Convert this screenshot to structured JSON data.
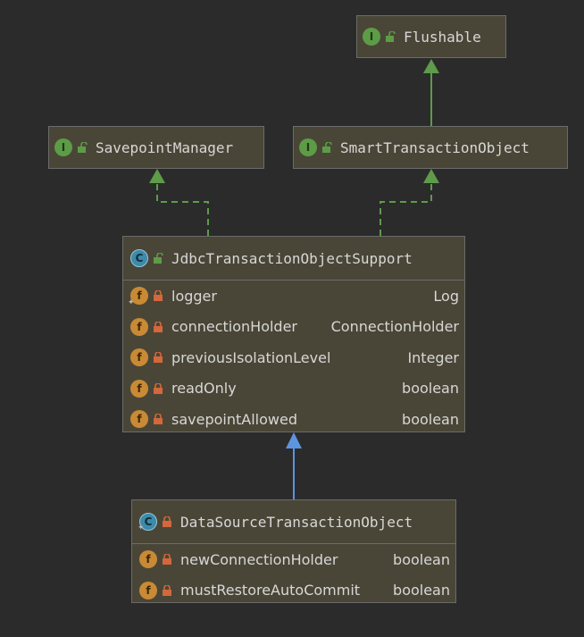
{
  "colors": {
    "background": "#2b2b2b",
    "node_fill": "#4a4637",
    "node_border": "#6b6b6b",
    "implements_edge": "#5e9b4a",
    "extends_edge": "#5c94e0",
    "interface_badge": "#5d9c47",
    "class_badge": "#3e8aa8",
    "field_badge": "#c98a35",
    "private_lock": "#d2683b",
    "public_lock": "#5d9c47"
  },
  "nodes": {
    "flushable": {
      "title": "Flushable",
      "kind_icon": "interface-icon",
      "kind_letter": "I",
      "visibility_icon": "public-icon"
    },
    "savepoint_manager": {
      "title": "SavepointManager",
      "kind_icon": "interface-icon",
      "kind_letter": "I",
      "visibility_icon": "public-icon"
    },
    "smart_transaction_object": {
      "title": "SmartTransactionObject",
      "kind_icon": "interface-icon",
      "kind_letter": "I",
      "visibility_icon": "public-icon"
    },
    "jdbc_support": {
      "title": "JdbcTransactionObjectSupport",
      "kind_icon": "abstract-class-icon",
      "kind_letter": "C",
      "visibility_icon": "public-icon",
      "fields": [
        {
          "name": "logger",
          "type": "Log",
          "icon": "static-final-field-icon",
          "letter": "f",
          "visibility_icon": "private-lock-icon"
        },
        {
          "name": "connectionHolder",
          "type": "ConnectionHolder",
          "icon": "field-icon",
          "letter": "f",
          "visibility_icon": "private-lock-icon"
        },
        {
          "name": "previousIsolationLevel",
          "type": "Integer",
          "icon": "field-icon",
          "letter": "f",
          "visibility_icon": "private-lock-icon"
        },
        {
          "name": "readOnly",
          "type": "boolean",
          "icon": "field-icon",
          "letter": "f",
          "visibility_icon": "private-lock-icon"
        },
        {
          "name": "savepointAllowed",
          "type": "boolean",
          "icon": "field-icon",
          "letter": "f",
          "visibility_icon": "private-lock-icon"
        }
      ]
    },
    "datasource_tx_object": {
      "title": "DataSourceTransactionObject",
      "kind_icon": "static-class-icon",
      "kind_letter": "C",
      "visibility_icon": "private-lock-icon",
      "fields": [
        {
          "name": "newConnectionHolder",
          "type": "boolean",
          "icon": "field-icon",
          "letter": "f",
          "visibility_icon": "private-lock-icon"
        },
        {
          "name": "mustRestoreAutoCommit",
          "type": "boolean",
          "icon": "field-icon",
          "letter": "f",
          "visibility_icon": "private-lock-icon"
        }
      ]
    }
  },
  "edges": [
    {
      "from": "smart_transaction_object",
      "to": "flushable",
      "kind": "extends-interface",
      "style": "solid"
    },
    {
      "from": "jdbc_support",
      "to": "savepoint_manager",
      "kind": "implements",
      "style": "dashed"
    },
    {
      "from": "jdbc_support",
      "to": "smart_transaction_object",
      "kind": "implements",
      "style": "dashed"
    },
    {
      "from": "datasource_tx_object",
      "to": "jdbc_support",
      "kind": "extends",
      "style": "solid"
    }
  ]
}
